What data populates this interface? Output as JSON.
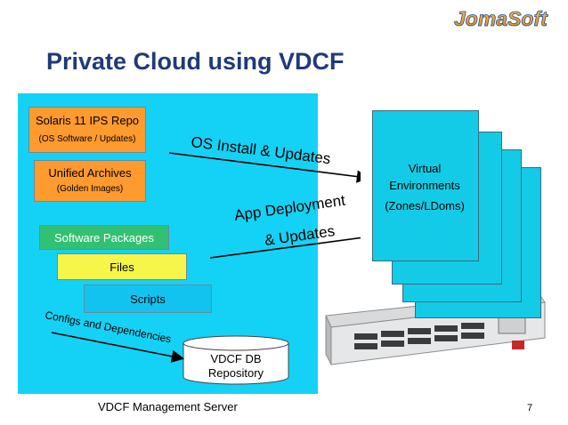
{
  "logo": {
    "text": "JomaSoft"
  },
  "title": "Private Cloud using VDCF",
  "left_panel": {
    "repo_title": "Solaris 11 IPS Repo",
    "repo_subtitle": "(OS Software / Updates)",
    "archives_title": "Unified Archives",
    "archives_subtitle": "(Golden Images)",
    "software_packages": "Software Packages",
    "files": "Files",
    "scripts": "Scripts",
    "db_line1": "VDCF DB",
    "db_line2": "Repository"
  },
  "arrows": {
    "os_install": "OS Install & Updates",
    "app_deploy_line1": "App Deployment",
    "app_deploy_line2": "& Updates",
    "configs": "Configs and Dependencies"
  },
  "right_panel": {
    "env_line1": "Virtual",
    "env_line2": "Environments",
    "env_line3": "(Zones/LDoms)"
  },
  "footer": "VDCF Management Server",
  "page_number": "7",
  "colors": {
    "title": "#1f3a7a",
    "panel": "#14d2f5",
    "orange": "#ff9a2e",
    "green": "#32c173",
    "yellow": "#f5f54a",
    "logo_orange": "#f5a11a",
    "logo_blue": "#1e4f9c"
  }
}
